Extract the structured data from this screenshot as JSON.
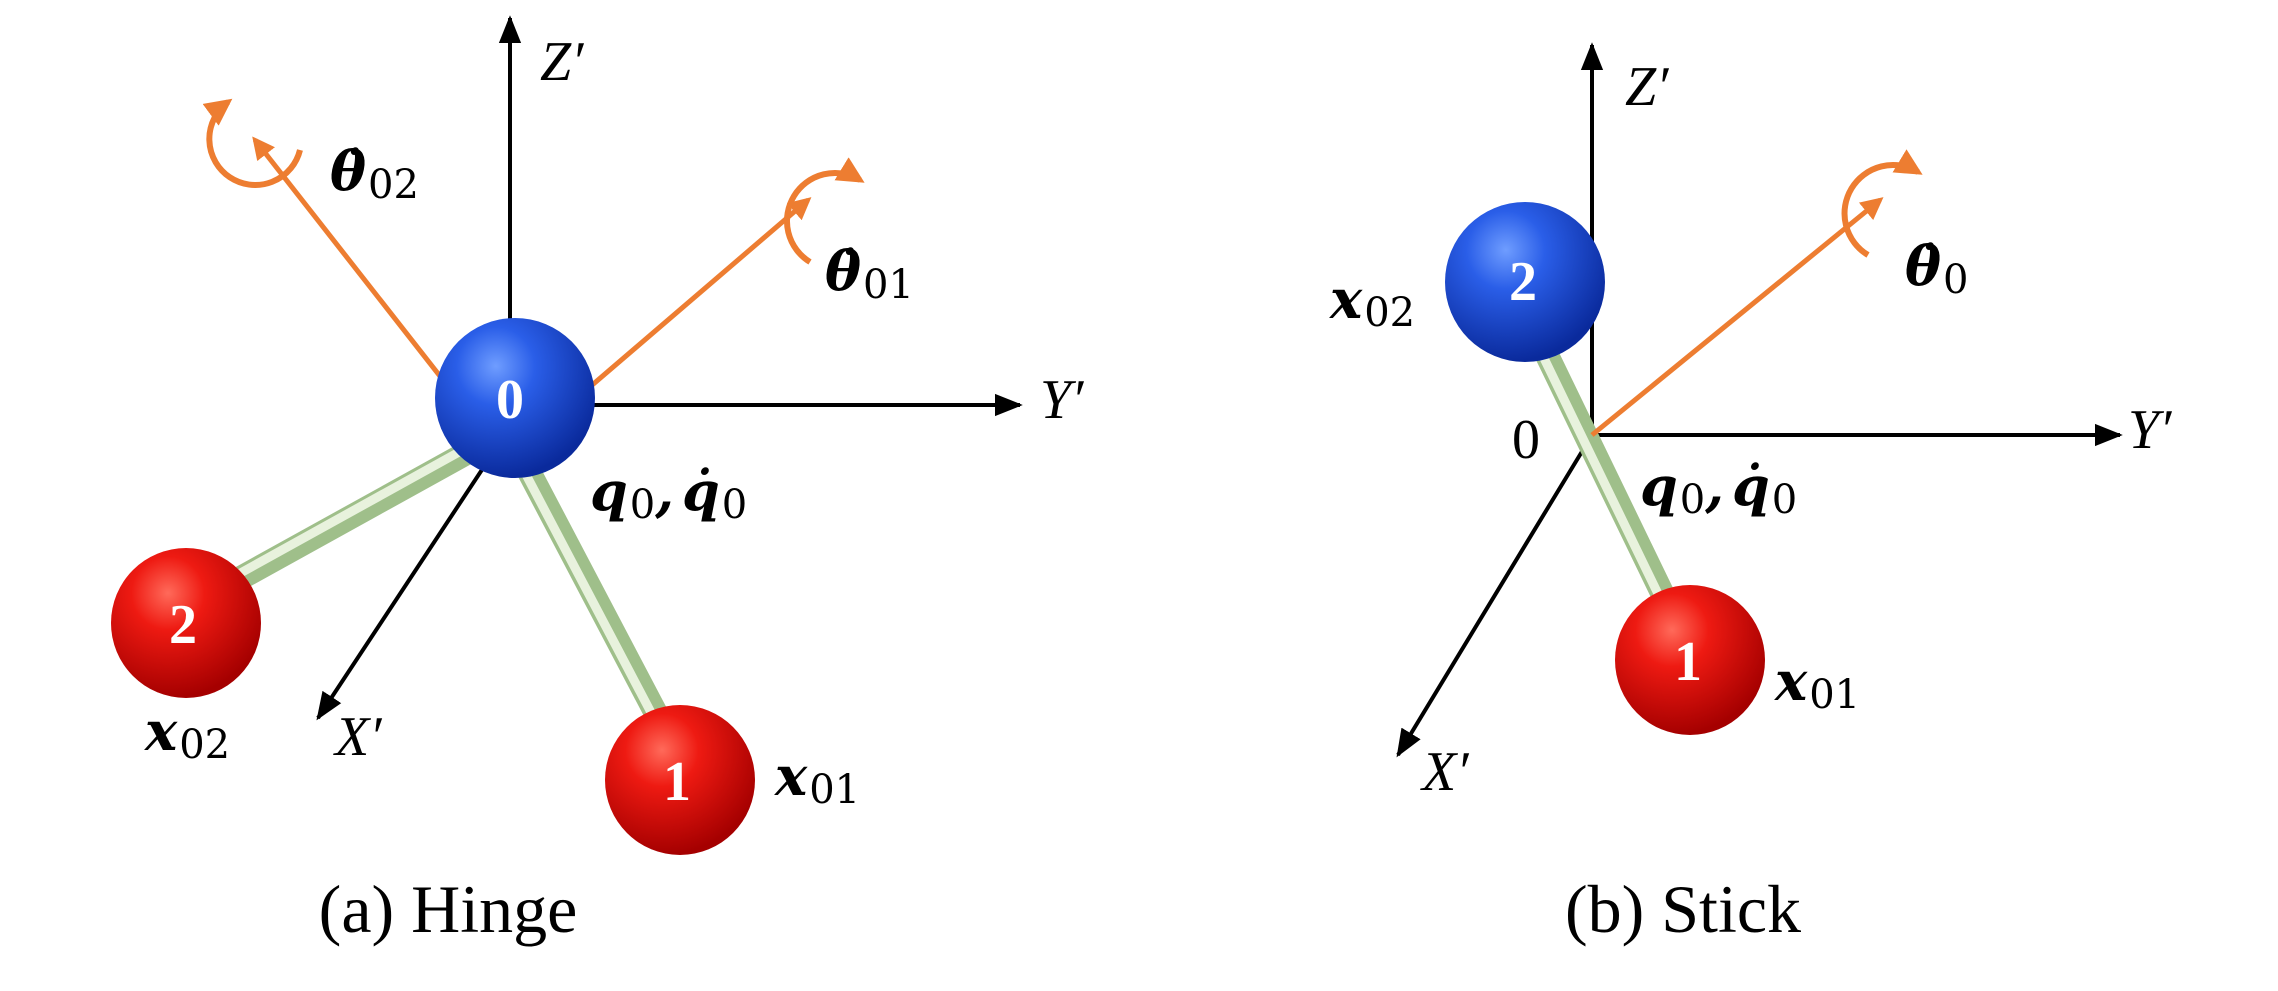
{
  "colors": {
    "axis": "#000000",
    "orange": "#ed7d31",
    "blue_ball": "#1f4fd8",
    "red_ball": "#e01010",
    "stick": "#c8dcb8"
  },
  "icons": {
    "rotation": "rotation-arrow-icon"
  },
  "panel_a": {
    "caption": "(a) Hinge",
    "axes": {
      "x": "X′",
      "y": "Y′",
      "z": "Z′"
    },
    "balls": {
      "center": "0",
      "one": "1",
      "two": "2"
    },
    "labels": {
      "theta02": {
        "main": "θ̇",
        "sub": "02"
      },
      "theta01": {
        "main": "θ̇",
        "sub": "01"
      },
      "x02": {
        "main": "x",
        "sub": "02"
      },
      "x01": {
        "main": "x",
        "sub": "01"
      },
      "q0": {
        "main": "q",
        "sub": "0"
      },
      "comma": ",",
      "qdot0": {
        "main": "q̇",
        "sub": "0"
      }
    }
  },
  "panel_b": {
    "caption": "(b) Stick",
    "axes": {
      "x": "X′",
      "y": "Y′",
      "z": "Z′"
    },
    "origin": "0",
    "balls": {
      "one": "1",
      "two": "2"
    },
    "labels": {
      "theta0": {
        "main": "θ̇",
        "sub": "0"
      },
      "x02": {
        "main": "x",
        "sub": "02"
      },
      "x01": {
        "main": "x",
        "sub": "01"
      },
      "q0": {
        "main": "q",
        "sub": "0"
      },
      "comma": ",",
      "qdot0": {
        "main": "q̇",
        "sub": "0"
      }
    }
  }
}
